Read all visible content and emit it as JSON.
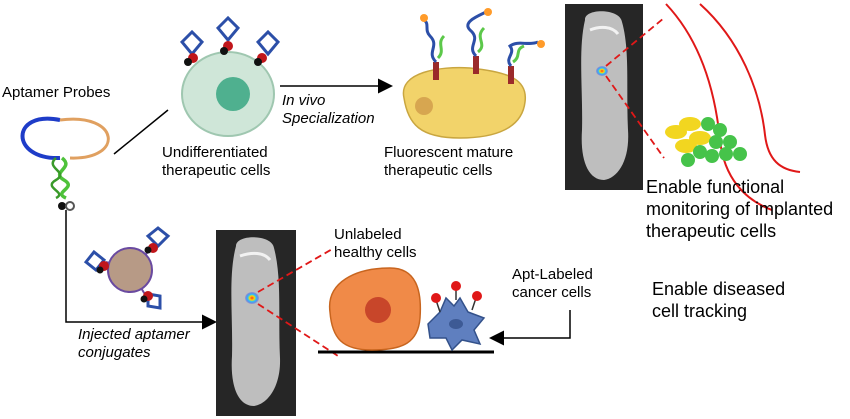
{
  "labels": {
    "aptamer_probes": "Aptamer Probes",
    "undiff_line1": "Undifferentiated",
    "undiff_line2": "therapeutic cells",
    "invivo_line1": "In vivo",
    "invivo_line2": "Specialization",
    "fluor_line1": "Fluorescent mature",
    "fluor_line2": "therapeutic cells",
    "enable_func_line1": "Enable functional",
    "enable_func_line2": "monitoring of implanted",
    "enable_func_line3": "therapeutic cells",
    "unlabeled_line1": "Unlabeled",
    "unlabeled_line2": "healthy cells",
    "aptlabeled_line1": "Apt-Labeled",
    "aptlabeled_line2": "cancer cells",
    "enable_disease_line1": "Enable diseased",
    "enable_disease_line2": "cell tracking",
    "injected_line1": "Injected aptamer",
    "injected_line2": "conjugates"
  },
  "colors": {
    "stem_cell_fill": "#cfe6d8",
    "stem_nucleus": "#4fb08f",
    "mature_cell_fill": "#f2d36a",
    "mature_nucleus": "#d7a650",
    "healthy_cell_fill": "#f08a48",
    "healthy_nucleus": "#c8462a",
    "cancer_cell_fill": "#5f7fbf",
    "conjugate_core": "#b79a86",
    "aptamer_blue": "#2c4fa8",
    "aptamer_red": "#c0161b",
    "fluor_green": "#5cc84a",
    "dashed_red": "#e01818"
  },
  "icons": [
    "aptamer-probe-icon",
    "mouse-photo-icon",
    "cell-icon",
    "arrow-icon"
  ]
}
